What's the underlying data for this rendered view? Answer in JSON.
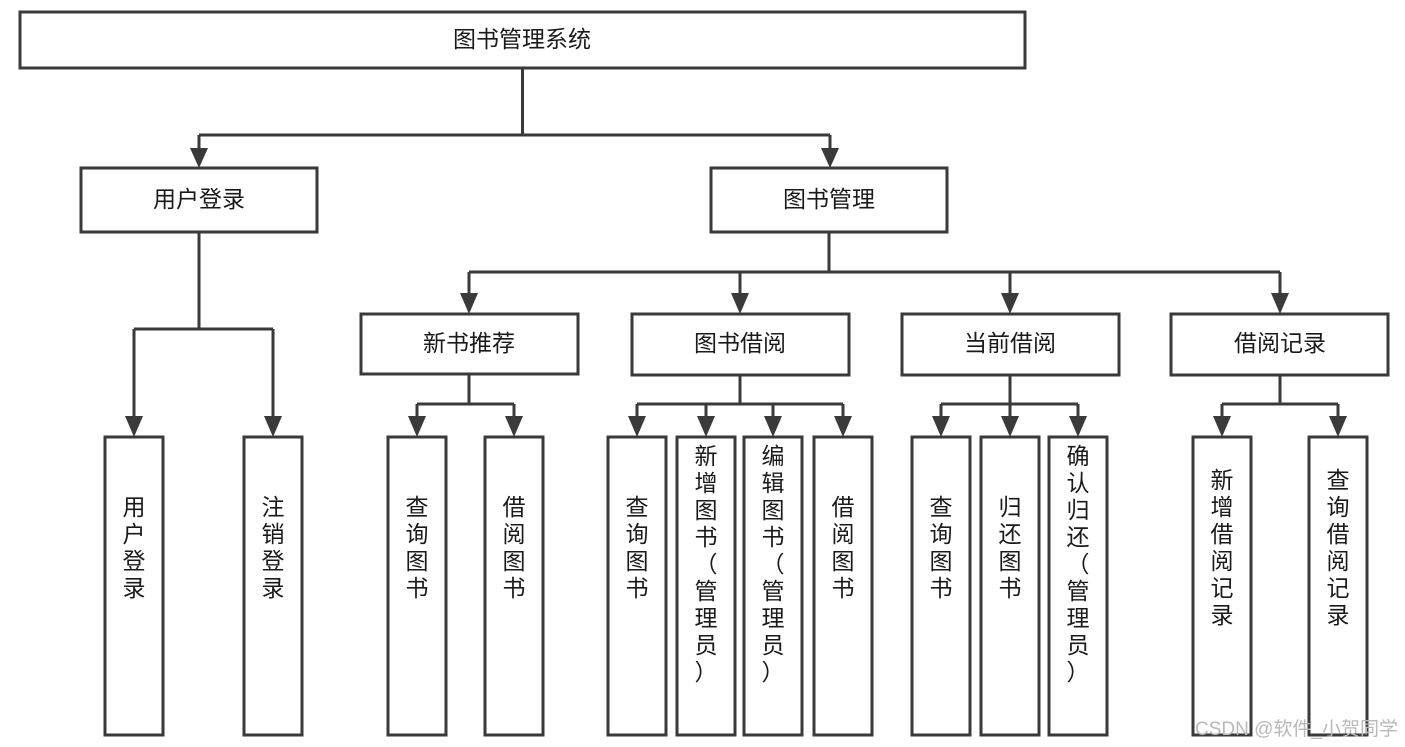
{
  "diagram": {
    "type": "tree",
    "title": "图书管理系统",
    "orientation": "top-down",
    "nodes": {
      "root": {
        "label": "图书管理系统",
        "level": 1,
        "orientation": "horizontal"
      },
      "l2": [
        {
          "id": "user-login",
          "label": "用户登录",
          "level": 2,
          "orientation": "horizontal"
        },
        {
          "id": "book-manage",
          "label": "图书管理",
          "level": 2,
          "orientation": "horizontal"
        }
      ],
      "l3": [
        {
          "id": "new-book-rec",
          "label": "新书推荐",
          "level": 3,
          "orientation": "horizontal",
          "parent": "book-manage"
        },
        {
          "id": "book-borrow",
          "label": "图书借阅",
          "level": 3,
          "orientation": "horizontal",
          "parent": "book-manage"
        },
        {
          "id": "current-borrow",
          "label": "当前借阅",
          "level": 3,
          "orientation": "horizontal",
          "parent": "book-manage"
        },
        {
          "id": "borrow-record",
          "label": "借阅记录",
          "level": 3,
          "orientation": "horizontal",
          "parent": "book-manage"
        }
      ],
      "leaves": [
        {
          "id": "leaf-user-login",
          "label": "用户登录",
          "parent": "user-login",
          "orientation": "vertical"
        },
        {
          "id": "leaf-user-logout",
          "label": "注销登录",
          "parent": "user-login",
          "orientation": "vertical"
        },
        {
          "id": "leaf-query-book-1",
          "label": "查询图书",
          "parent": "new-book-rec",
          "orientation": "vertical"
        },
        {
          "id": "leaf-borrow-book-1",
          "label": "借阅图书",
          "parent": "new-book-rec",
          "orientation": "vertical"
        },
        {
          "id": "leaf-query-book-2",
          "label": "查询图书",
          "parent": "book-borrow",
          "orientation": "vertical"
        },
        {
          "id": "leaf-add-book",
          "label": "新增图书（管理员）",
          "parent": "book-borrow",
          "orientation": "vertical"
        },
        {
          "id": "leaf-edit-book",
          "label": "编辑图书（管理员）",
          "parent": "book-borrow",
          "orientation": "vertical"
        },
        {
          "id": "leaf-borrow-book-2",
          "label": "借阅图书",
          "parent": "book-borrow",
          "orientation": "vertical"
        },
        {
          "id": "leaf-query-book-3",
          "label": "查询图书",
          "parent": "current-borrow",
          "orientation": "vertical"
        },
        {
          "id": "leaf-return-book",
          "label": "归还图书",
          "parent": "current-borrow",
          "orientation": "vertical"
        },
        {
          "id": "leaf-confirm-return",
          "label": "确认归还（管理员）",
          "parent": "current-borrow",
          "orientation": "vertical"
        },
        {
          "id": "leaf-add-record",
          "label": "新增借阅记录",
          "parent": "borrow-record",
          "orientation": "vertical"
        },
        {
          "id": "leaf-query-record",
          "label": "查询借阅记录",
          "parent": "borrow-record",
          "orientation": "vertical"
        }
      ]
    },
    "colors": {
      "box_fill": "#ffffff",
      "box_stroke": "#3a3a3a",
      "line": "#3a3a3a",
      "text": "#1a1a1a",
      "background": "#ffffff",
      "watermark": "#b9b9b9"
    }
  },
  "watermark": {
    "text": "CSDN @软件_小贺同学"
  }
}
